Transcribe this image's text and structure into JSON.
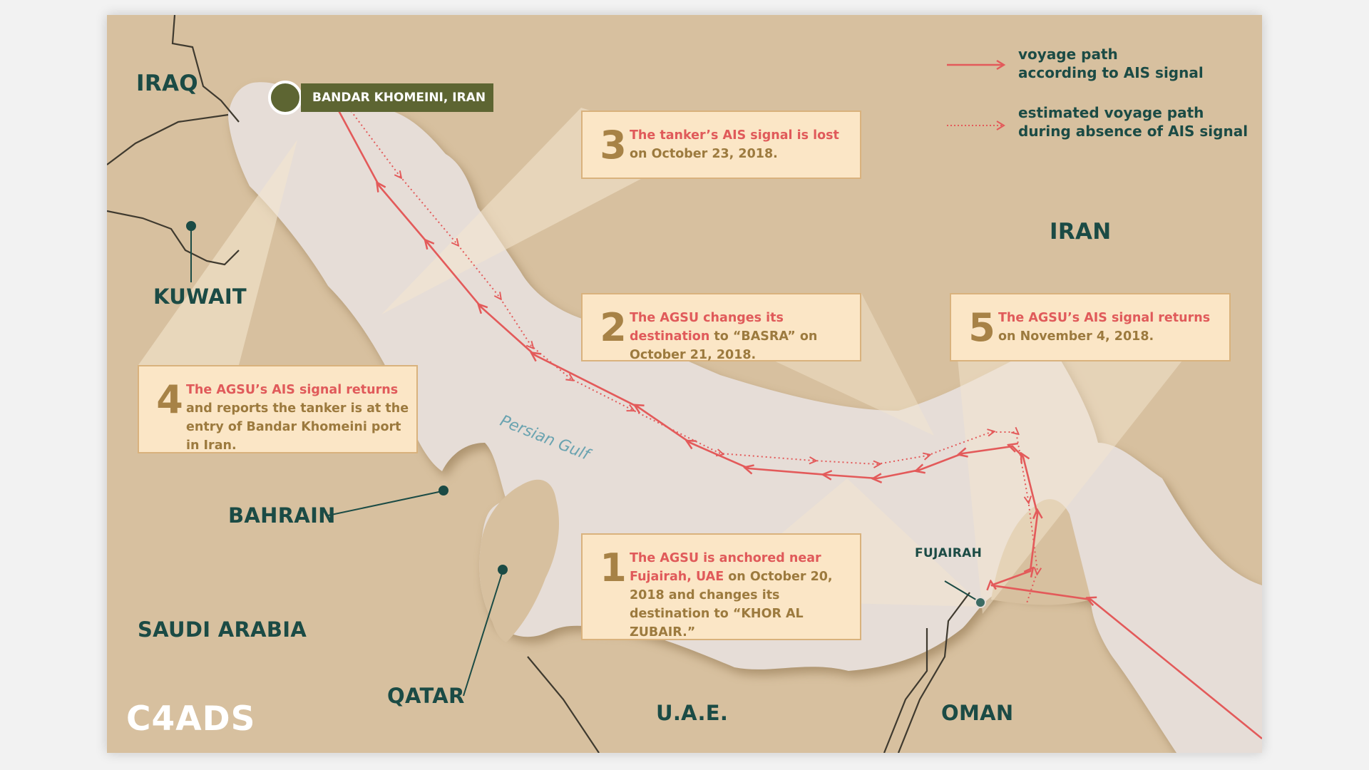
{
  "colors": {
    "land": "#d7c09f",
    "water": "#e6ddd7",
    "accent_red": "#e35a5a",
    "text_dark_green": "#1b4b45",
    "callout_bg": "#fbe6c6",
    "callout_border": "#d9b27d",
    "port_label_bg": "#5d6532"
  },
  "legend": {
    "solid_line_label": "voyage path\naccording to AIS signal",
    "dotted_line_label": "estimated voyage path\nduring absence of AIS signal",
    "solid_icon": "arrow-right-solid-icon",
    "dotted_icon": "arrow-right-dotted-icon"
  },
  "countries": {
    "iraq": "IRAQ",
    "kuwait": "KUWAIT",
    "iran": "IRAN",
    "bahrain": "BAHRAIN",
    "saudi_arabia": "SAUDI ARABIA",
    "qatar": "QATAR",
    "uae": "U.A.E.",
    "oman": "OMAN",
    "fujairah": "FUJAIRAH"
  },
  "sea": {
    "persian_gulf": "Persian Gulf"
  },
  "port": {
    "label": "BANDAR KHOMEINI, IRAN"
  },
  "callouts": [
    {
      "number": "1",
      "highlight": "The AGSU is anchored near Fujairah, UAE",
      "rest": " on October 20, 2018 and changes its destination to “KHOR AL ZUBAIR.”"
    },
    {
      "number": "2",
      "highlight": "The AGSU changes its destination",
      "rest": " to “BASRA” on October 21, 2018."
    },
    {
      "number": "3",
      "highlight": "The tanker’s AIS signal is lost",
      "rest": " on October 23, 2018."
    },
    {
      "number": "4",
      "highlight": "The AGSU’s AIS signal returns",
      "rest": " and reports the tanker is at the entry of Bandar Khomeini port in Iran."
    },
    {
      "number": "5",
      "highlight": "The AGSU’s AIS signal returns",
      "rest": " on November 4, 2018."
    }
  ],
  "logo": "C4ADS"
}
